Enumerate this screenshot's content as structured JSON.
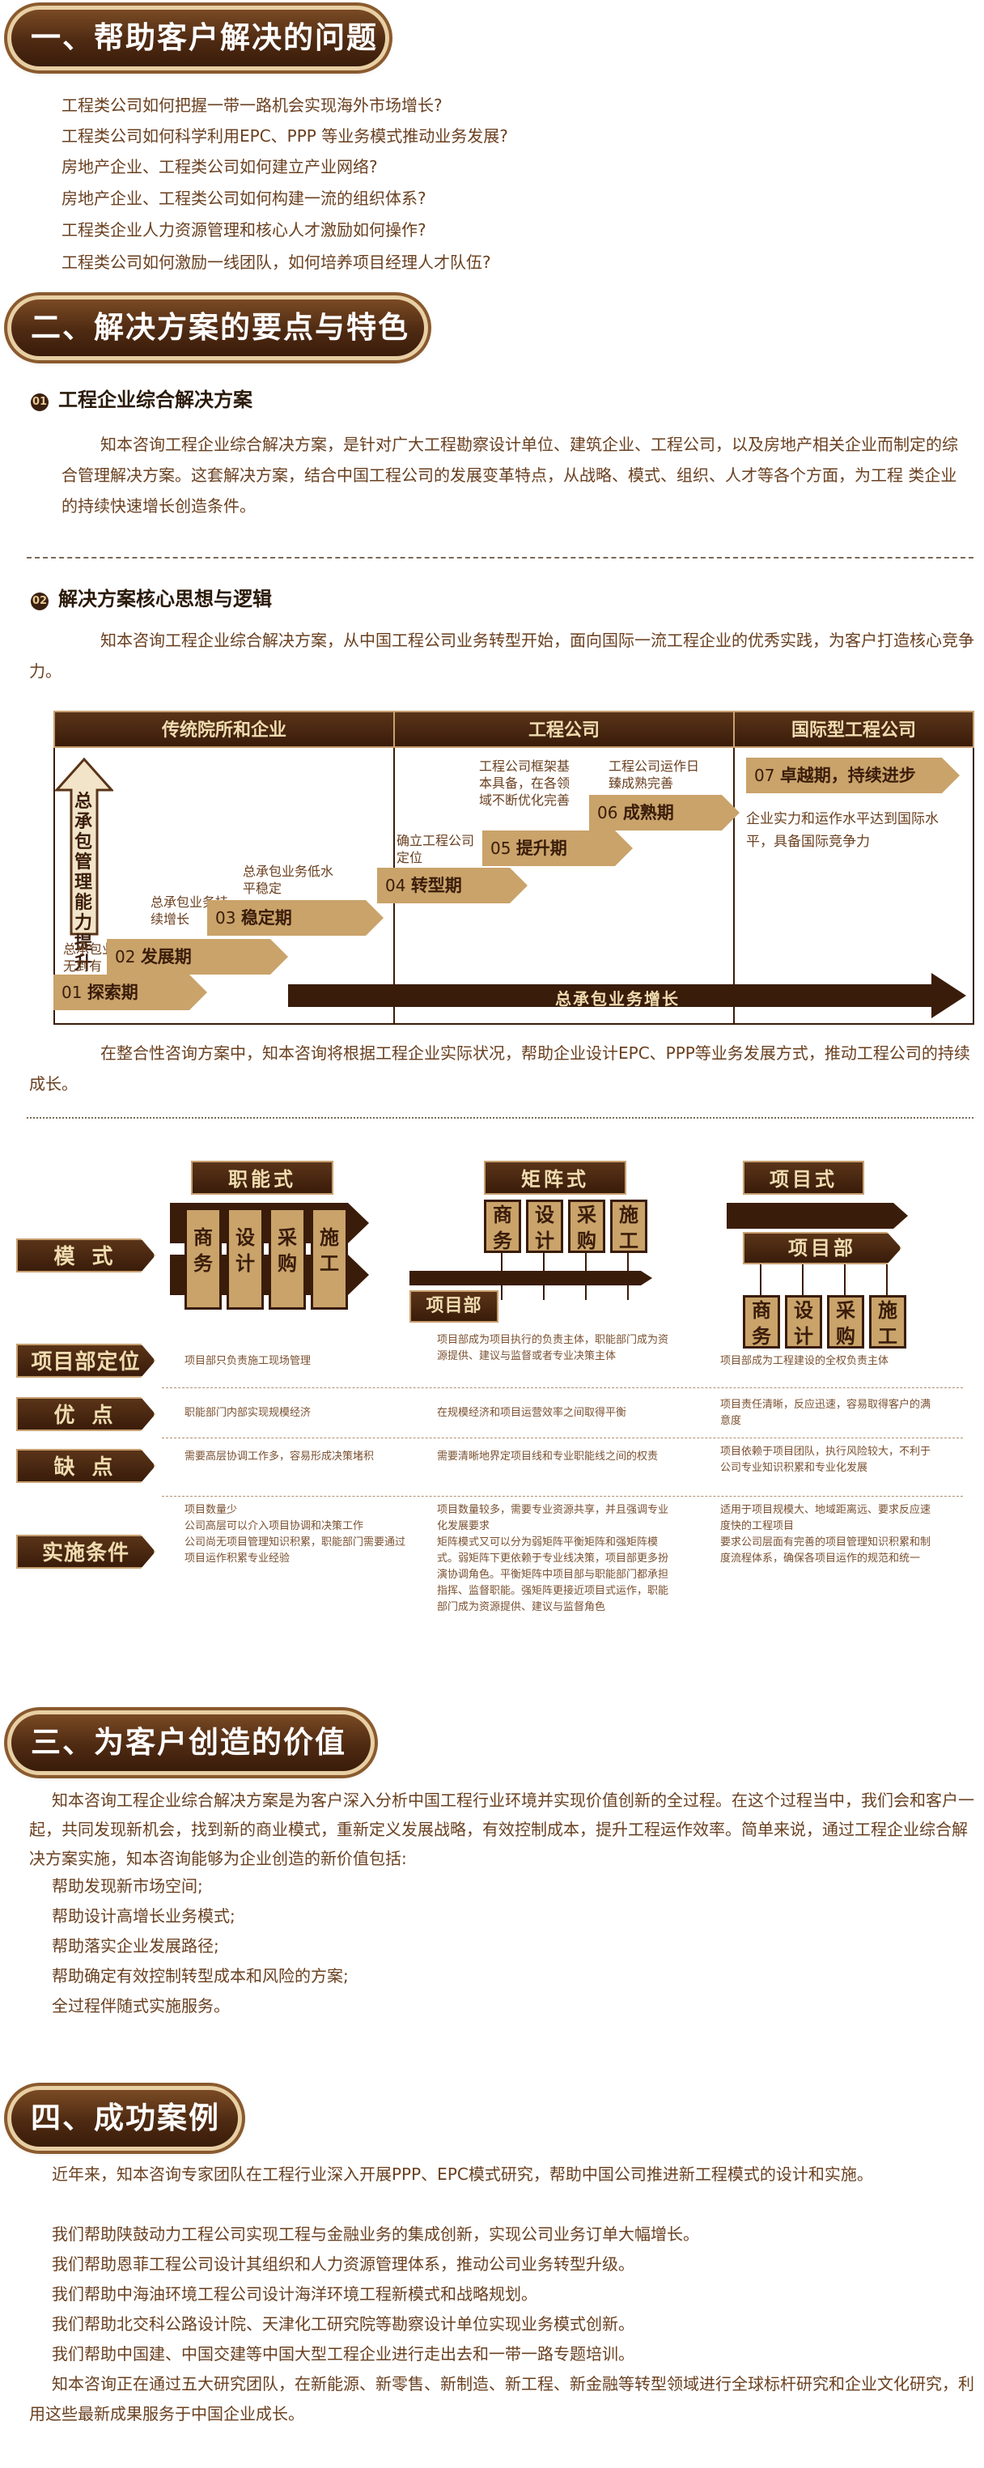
{
  "sec1": {
    "title": "一、帮助客户解决的问题",
    "questions": [
      "工程类公司如何把握一带一路机会实现海外市场增长?",
      "工程类公司如何科学利用EPC、PPP 等业务模式推动业务发展?",
      "房地产企业、工程类公司如何建立产业网络?",
      "房地产企业、工程类公司如何构建一流的组织体系?",
      "工程类企业人力资源管理和核心人才激励如何操作?",
      "工程类公司如何激励一线团队，如何培养项目经理人才队伍?"
    ]
  },
  "sec2": {
    "title": "二、解决方案的要点与特色",
    "sub1": {
      "num": "01",
      "title": "工程企业综合解决方案",
      "text": "知本咨询工程企业综合解决方案，是针对广大工程勘察设计单位、建筑企业、工程公司，以及房地产相关企业而制定的综合管理解决方案。这套解决方案，结合中国工程公司的发展变革特点，从战略、模式、组织、人才等各个方面，为工程 类企业的持续快速增长创造条件。"
    },
    "sub2": {
      "num": "02",
      "title": "解决方案核心思想与逻辑",
      "text": "知本咨询工程企业综合解决方案，从中国工程公司业务转型开始，面向国际一流工程企业的优秀实践，为客户打造核心竞争力。"
    },
    "stage_diagram": {
      "headers": [
        "传统院所和企业",
        "工程公司",
        "国际型工程公司"
      ],
      "vertical_arrow": "总承包管理能力提升",
      "bottom_arrow": "总承包业务增长",
      "stages": [
        {
          "num": "01",
          "name": "探索期",
          "note": "总承包业务从无到有"
        },
        {
          "num": "02",
          "name": "发展期",
          "note": "总承包业务持续增长"
        },
        {
          "num": "03",
          "name": "稳定期",
          "note": "总承包业务低水平稳定"
        },
        {
          "num": "04",
          "name": "转型期",
          "note": "确立工程公司定位"
        },
        {
          "num": "05",
          "name": "提升期",
          "note": "工程公司框架基本具备，在各领域不断优化完善"
        },
        {
          "num": "06",
          "name": "成熟期",
          "note": "工程公司运作日臻成熟完善"
        },
        {
          "num": "07",
          "name": "卓越期，持续进步",
          "note": "企业实力和运作水平达到国际水平，具备国际竞争力"
        }
      ]
    },
    "text2": "在整合性咨询方案中，知本咨询将根据工程企业实际状况，帮助企业设计EPC、PPP等业务发展方式，推动工程公司的持续成长。",
    "matrix": {
      "headers": [
        "职能式",
        "矩阵式",
        "项目式"
      ],
      "row_labels": [
        "模  式",
        "项目部定位",
        "优  点",
        "缺  点",
        "实施条件"
      ],
      "depts": [
        "商务",
        "设计",
        "采购",
        "施工"
      ],
      "project_dept": "项目部",
      "cells": {
        "positioning": [
          "项目部只负责施工现场管理",
          "项目部成为项目执行的负责主体，职能部门成为资源提供、建议与监督或者专业决策主体",
          "项目部成为工程建设的全权负责主体"
        ],
        "pros": [
          "职能部门内部实现规模经济",
          "在规模经济和项目运营效率之间取得平衡",
          "项目责任清晰，反应迅速，容易取得客户的满意度"
        ],
        "cons": [
          "需要高层协调工作多，容易形成决策堵积",
          "需要清晰地界定项目线和专业职能线之间的权责",
          "项目依赖于项目团队，执行风险较大，不利于公司专业知识积累和专业化发展"
        ],
        "conditions": [
          "项目数量少\n公司高层可以介入项目协调和决策工作\n公司尚无项目管理知识积累，职能部门需要通过项目运作积累专业经验",
          "项目数量较多，需要专业资源共享，并且强调专业化发展要求\n矩阵模式又可以分为弱矩阵平衡矩阵和强矩阵模式。弱矩阵下更依赖于专业线决策，项目部更多扮演协调角色。平衡矩阵中项目部与职能部门都承担指挥、监督职能。强矩阵更接近项目式运作，职能部门成为资源提供、建议与监督角色",
          "适用于项目规模大、地域距离远、要求反应速度快的工程项目\n要求公司层面有完善的项目管理知识积累和制度流程体系，确保各项目运作的规范和统一"
        ]
      }
    }
  },
  "sec3": {
    "title": "三、为客户创造的价值",
    "text": "知本咨询工程企业综合解决方案是为客户深入分析中国工程行业环境并实现价值创新的全过程。在这个过程当中，我们会和客户一起，共同发现新机会，找到新的商业模式，重新定义发展战略，有效控制成本，提升工程运作效率。简单来说，通过工程企业综合解决方案实施，知本咨询能够为企业创造的新价值包括:",
    "items": [
      "帮助发现新市场空间;",
      "帮助设计高增长业务模式;",
      "帮助落实企业发展路径;",
      "帮助确定有效控制转型成本和风险的方案;",
      "全过程伴随式实施服务。"
    ]
  },
  "sec4": {
    "title": "四、成功案例",
    "text": "近年来，知本咨询专家团队在工程行业深入开展PPP、EPC模式研究，帮助中国公司推进新工程模式的设计和实施。",
    "items": [
      "我们帮助陕鼓动力工程公司实现工程与金融业务的集成创新，实现公司业务订单大幅增长。",
      "我们帮助恩菲工程公司设计其组织和人力资源管理体系，推动公司业务转型升级。",
      "我们帮助中海油环境工程公司设计海洋环境工程新模式和战略规划。",
      "我们帮助北交科公路设计院、天津化工研究院等勘察设计单位实现业务模式创新。",
      "我们帮助中国建、中国交建等中国大型工程企业进行走出去和一带一路专题培训。"
    ],
    "closing": "知本咨询正在通过五大研究团队，在新能源、新零售、新制造、新工程、新金融等转型领域进行全球标杆研究和企业文化研究，利用这些最新成果服务于中国企业成长。"
  }
}
